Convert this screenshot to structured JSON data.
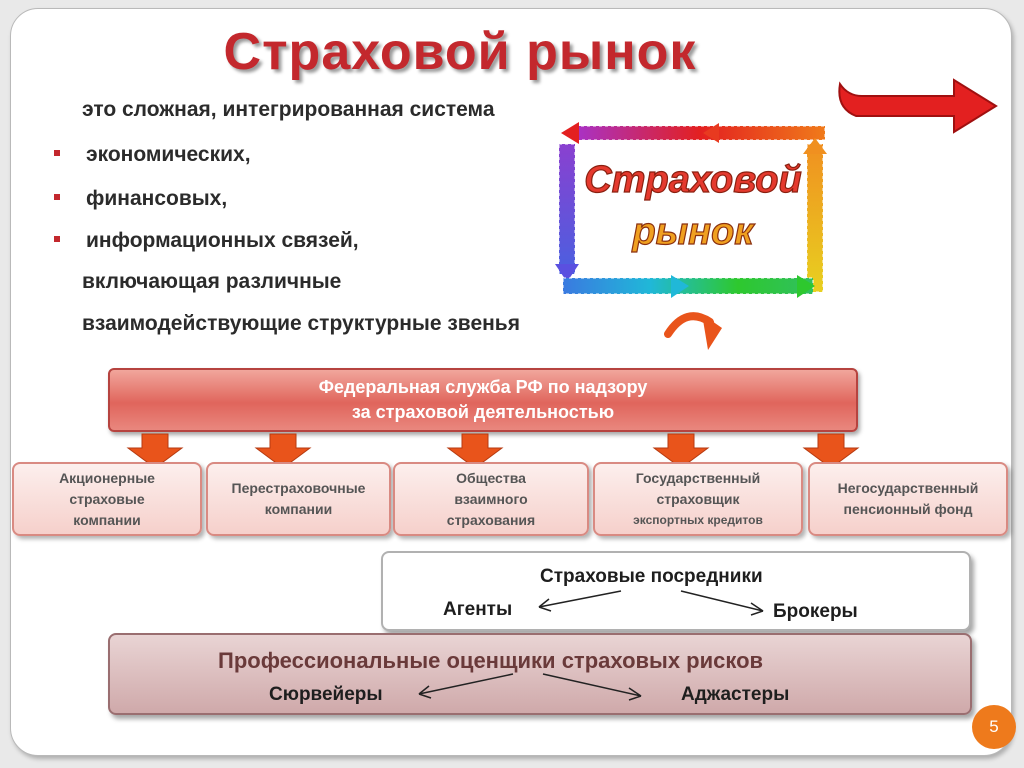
{
  "slide": {
    "title": "Страховой рынок",
    "intro": "это сложная, интегрированная система",
    "bullets": [
      "экономических,",
      "финансовых,",
      "информационных связей,"
    ],
    "tail": [
      "включающая различные",
      "взаимодействующие структурные звенья"
    ],
    "logo_line1": "Страховой",
    "logo_line2": "рынок",
    "page_number": "5"
  },
  "diagram": {
    "regulator": [
      "Федеральная служба РФ по надзору",
      "за страховой деятельностью"
    ],
    "orgs": [
      {
        "lines": [
          "Акционерные",
          "страховые",
          "компании"
        ]
      },
      {
        "lines": [
          "Перестраховочные",
          "компании"
        ]
      },
      {
        "lines": [
          "Общества",
          "взаимного",
          "страхования"
        ]
      },
      {
        "lines": [
          "Государственный",
          "страховщик"
        ],
        "small": "экспортных кредитов"
      },
      {
        "lines": [
          "Негосударственный",
          "пенсионный фонд"
        ]
      }
    ],
    "intermediaries": {
      "title": "Страховые посредники",
      "left": "Агенты",
      "right": "Брокеры"
    },
    "assessors": {
      "title": "Профессиональные оценщики страховых рисков",
      "left": "Сюрвейеры",
      "right": "Аджастеры"
    }
  },
  "colors": {
    "title": "#c3282d",
    "regulator_fill": "#e0655c",
    "arrow_orange": "#e9541b",
    "page_badge": "#ee7a1c"
  }
}
